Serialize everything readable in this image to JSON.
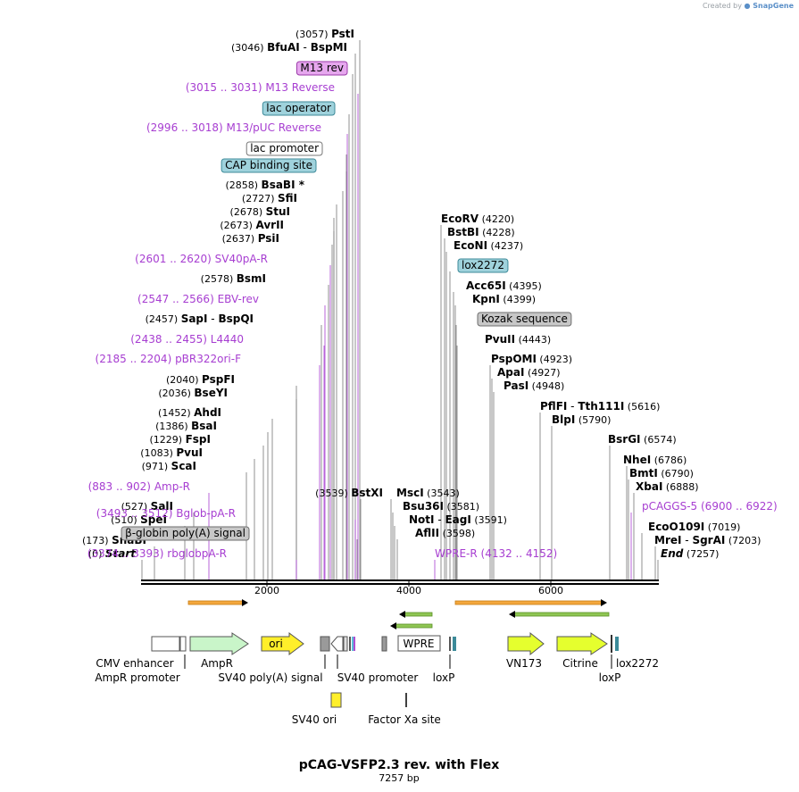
{
  "credit": {
    "prefix": "Created by",
    "brand": "SnapGene"
  },
  "plasmid": {
    "name": "pCAG-VSFP2.3 rev. with Flex",
    "length_label": "7257 bp"
  },
  "axis": {
    "ticks": [
      "2000",
      "4000",
      "6000"
    ]
  },
  "labels": [
    {
      "kind": "site",
      "pos": "(3057)",
      "name": "PstI"
    },
    {
      "kind": "site",
      "pos": "(3046)",
      "name": "BfuAI",
      "sep": "-",
      "name2": "BspMI"
    },
    {
      "kind": "boxed",
      "text": "M13 rev",
      "fill": "#e6a7ee",
      "stroke": "#9b3aa8"
    },
    {
      "kind": "primer",
      "range": "(3015 .. 3031)",
      "name": "M13 Reverse"
    },
    {
      "kind": "boxed",
      "text": "lac operator",
      "fill": "#9fd2dc",
      "stroke": "#3c8a99"
    },
    {
      "kind": "primer",
      "range": "(2996 .. 3018)",
      "name": "M13/pUC Reverse"
    },
    {
      "kind": "boxed",
      "text": "lac promoter",
      "fill": "#ffffff",
      "stroke": "#777777"
    },
    {
      "kind": "boxed",
      "text": "CAP binding site",
      "fill": "#9fd2dc",
      "stroke": "#3c8a99"
    },
    {
      "kind": "site",
      "pos": "(2858)",
      "name": "BsaBI *"
    },
    {
      "kind": "site",
      "pos": "(2727)",
      "name": "SfiI"
    },
    {
      "kind": "site",
      "pos": "(2678)",
      "name": "StuI"
    },
    {
      "kind": "site",
      "pos": "(2673)",
      "name": "AvrII"
    },
    {
      "kind": "site",
      "pos": "(2637)",
      "name": "PsiI"
    },
    {
      "kind": "primer",
      "range": "(2601 .. 2620)",
      "name": "SV40pA-R"
    },
    {
      "kind": "site",
      "pos": "(2578)",
      "name": "BsmI"
    },
    {
      "kind": "primer",
      "range": "(2547 .. 2566)",
      "name": "EBV-rev"
    },
    {
      "kind": "site",
      "pos": "(2457)",
      "name": "SapI",
      "sep": "-",
      "name2": "BspQI"
    },
    {
      "kind": "primer",
      "range": "(2438 .. 2455)",
      "name": "L4440"
    },
    {
      "kind": "primer",
      "range": "(2185 .. 2204)",
      "name": "pBR322ori-F"
    },
    {
      "kind": "site",
      "pos": "(2040)",
      "name": "PspFI"
    },
    {
      "kind": "site",
      "pos": "(2036)",
      "name": "BseYI"
    },
    {
      "kind": "site",
      "pos": "(1452)",
      "name": "AhdI"
    },
    {
      "kind": "site",
      "pos": "(1386)",
      "name": "BsaI"
    },
    {
      "kind": "site",
      "pos": "(1229)",
      "name": "FspI"
    },
    {
      "kind": "site",
      "pos": "(1083)",
      "name": "PvuI"
    },
    {
      "kind": "site",
      "pos": "(971)",
      "name": "ScaI"
    },
    {
      "kind": "primer",
      "range": "(883 .. 902)",
      "name": "Amp-R"
    },
    {
      "kind": "site",
      "pos": "(527)",
      "name": "SalI"
    },
    {
      "kind": "site",
      "pos": "(510)",
      "name": "SpeI"
    },
    {
      "kind": "site",
      "pos": "(173)",
      "name": "SnaBI"
    },
    {
      "kind": "site",
      "pos": "(0)",
      "name": "Start",
      "italic": true
    },
    {
      "kind": "site",
      "pos": "(3539)",
      "name": "BstXI"
    },
    {
      "kind": "primer",
      "range": "(3493 .. 3512)",
      "name": "Bglob-pA-R",
      "reverse_order": true
    },
    {
      "kind": "boxed",
      "text": "β-globin poly(A) signal",
      "fill": "#c7c7c7",
      "stroke": "#6e6e6e"
    },
    {
      "kind": "primer",
      "range": "(3374 .. 3393)",
      "name": "rbglobpA-R",
      "reverse_order": true
    },
    {
      "kind": "site",
      "pos": "(3543)",
      "name": "MscI",
      "name_first": true
    },
    {
      "kind": "site",
      "pos": "(3581)",
      "name": "Bsu36I",
      "name_first": true
    },
    {
      "kind": "site",
      "pos": "(3591)",
      "name": "NotI",
      "sep": "-",
      "name2": "EagI",
      "name_first": true
    },
    {
      "kind": "site",
      "pos": "(3598)",
      "name": "AflII",
      "name_first": true
    },
    {
      "kind": "primer",
      "range": "(4132 .. 4152)",
      "name": "WPRE-R",
      "name_first": true
    },
    {
      "kind": "site",
      "pos": "(4220)",
      "name": "EcoRV",
      "name_first": true
    },
    {
      "kind": "site",
      "pos": "(4228)",
      "name": "BstBI",
      "name_first": true
    },
    {
      "kind": "site",
      "pos": "(4237)",
      "name": "EcoNI",
      "name_first": true
    },
    {
      "kind": "boxed",
      "text": "lox2272",
      "fill": "#9fd2dc",
      "stroke": "#3c8a99"
    },
    {
      "kind": "site",
      "pos": "(4395)",
      "name": "Acc65I",
      "name_first": true
    },
    {
      "kind": "site",
      "pos": "(4399)",
      "name": "KpnI",
      "name_first": true
    },
    {
      "kind": "boxed",
      "text": "Kozak sequence",
      "fill": "#c7c7c7",
      "stroke": "#6e6e6e"
    },
    {
      "kind": "site",
      "pos": "(4443)",
      "name": "PvuII",
      "name_first": true
    },
    {
      "kind": "site",
      "pos": "(4923)",
      "name": "PspOMI",
      "name_first": true
    },
    {
      "kind": "site",
      "pos": "(4927)",
      "name": "ApaI",
      "name_first": true
    },
    {
      "kind": "site",
      "pos": "(4948)",
      "name": "PasI",
      "name_first": true
    },
    {
      "kind": "site",
      "pos": "(5616)",
      "name": "PflFI",
      "sep": "-",
      "name2": "Tth111I",
      "name_first": true
    },
    {
      "kind": "site",
      "pos": "(5790)",
      "name": "BlpI",
      "name_first": true
    },
    {
      "kind": "site",
      "pos": "(6574)",
      "name": "BsrGI",
      "name_first": true
    },
    {
      "kind": "site",
      "pos": "(6786)",
      "name": "NheI",
      "name_first": true
    },
    {
      "kind": "site",
      "pos": "(6790)",
      "name": "BmtI",
      "name_first": true
    },
    {
      "kind": "site",
      "pos": "(6888)",
      "name": "XbaI",
      "name_first": true
    },
    {
      "kind": "primer",
      "range": "(6900 .. 6922)",
      "name": "pCAGGS-5",
      "name_first": true
    },
    {
      "kind": "site",
      "pos": "(7019)",
      "name": "EcoO109I",
      "name_first": true
    },
    {
      "kind": "site",
      "pos": "(7203)",
      "name": "MreI",
      "sep": "-",
      "name2": "SgrAI",
      "name_first": true
    },
    {
      "kind": "site",
      "pos": "(7257)",
      "name": "End",
      "italic": true,
      "name_first": true
    }
  ],
  "feature_labels": [
    "CMV enhancer",
    "AmpR promoter",
    "AmpR",
    "SV40 poly(A) signal",
    "SV40 promoter",
    "WPRE",
    "loxP",
    "VN173",
    "Citrine",
    "lox2272",
    "loxP",
    "SV40 ori",
    "Factor Xa site",
    "ori"
  ],
  "colors": {
    "site": "#000000",
    "primer": "#a73ed1",
    "ampr": "#c9f5c9",
    "ori": "#ffef2a",
    "yellowgreen": "#e5ff2e",
    "orf": "#f3a73d",
    "green_arrow": "#8fc653"
  }
}
